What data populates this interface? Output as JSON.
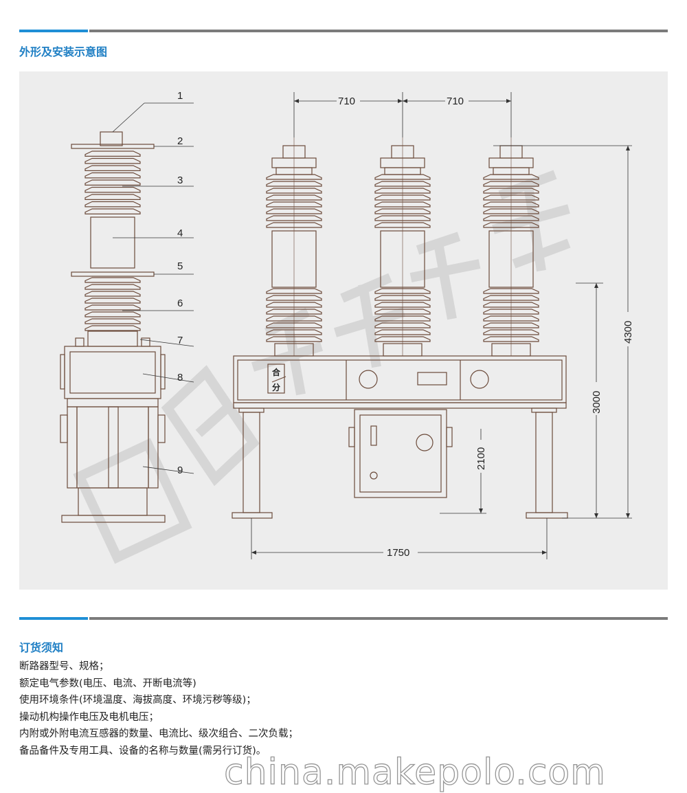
{
  "sections": {
    "diagram_title": "外形及安装示意图",
    "ordering_title": "订货须知"
  },
  "diagram": {
    "callouts": [
      "1",
      "2",
      "3",
      "4",
      "5",
      "6",
      "7",
      "8",
      "9"
    ],
    "dimensions": {
      "phase_spacing_left": "710",
      "phase_spacing_right": "710",
      "overall_height": "4300",
      "frame_height": "3000",
      "mechanism_height": "2100",
      "overall_width": "1750"
    },
    "panel_labels": {
      "close": "合",
      "open": "分"
    },
    "watermark_text": "国能森源电气"
  },
  "ordering_notes": [
    "断路器型号、规格；",
    "额定电气参数(电压、电流、开断电流等)",
    "使用环境条件(环境温度、海拔高度、环境污秽等级)；",
    "操动机构操作电压及电机电压；",
    "内附或外附电流互感器的数量、电流比、级次组合、二次负载；",
    "备品备件及专用工具、设备的名称与数量(需另行订货)。"
  ],
  "site_watermark": "china.makepolo.com",
  "colors": {
    "accent_blue": "#1f8fd6",
    "heading_blue": "#1f7fc4",
    "rule_gray": "#7b7b7b",
    "panel_bg": "#ededed",
    "outline_brown": "#6b4a3a"
  }
}
